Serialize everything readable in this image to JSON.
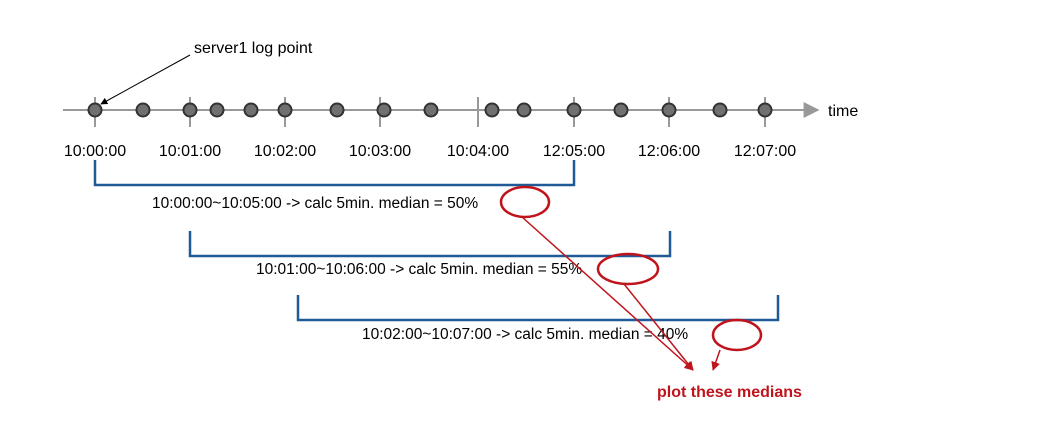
{
  "annotation": "server1 log point",
  "axis_label": "time",
  "time_labels": [
    "10:00:00",
    "10:01:00",
    "10:02:00",
    "10:03:00",
    "10:04:00",
    "12:05:00",
    "12:06:00",
    "12:07:00"
  ],
  "windows": [
    {
      "range": "10:00:00~10:05:00",
      "op": "-> calc 5min. median =",
      "value": "50%"
    },
    {
      "range": "10:01:00~10:06:00",
      "op": "-> calc 5min. median =",
      "value": "55%"
    },
    {
      "range": "10:02:00~10:07:00",
      "op": "-> calc 5min. median =",
      "value": "40%"
    }
  ],
  "callout": "plot these medians",
  "colors": {
    "bracket": "#1f5a96",
    "highlight": "#c0141c",
    "axis": "#999999",
    "point_fill": "#707070",
    "point_stroke": "#333333"
  }
}
